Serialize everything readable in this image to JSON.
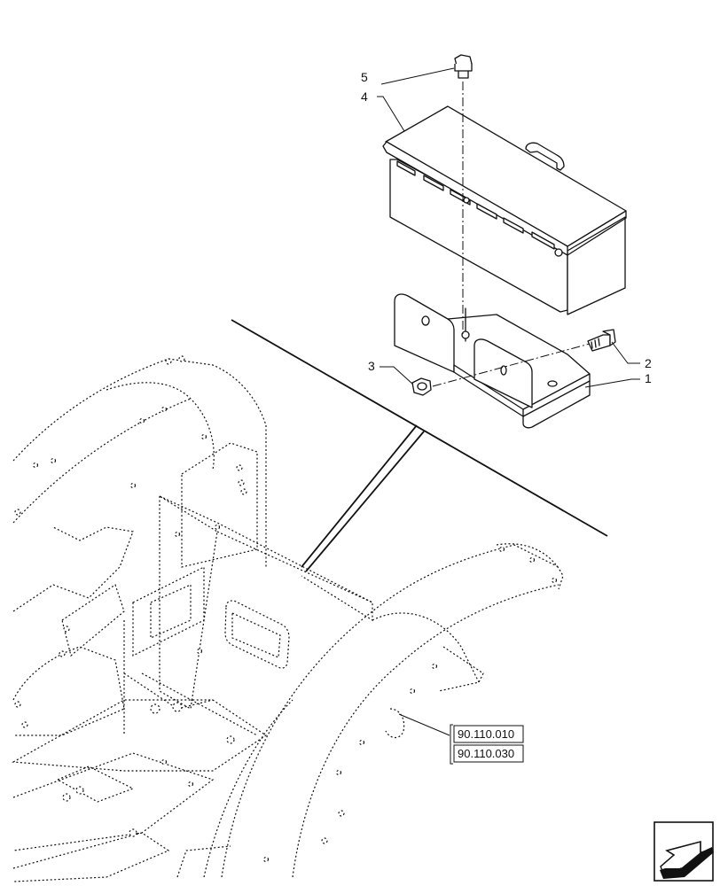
{
  "callouts": [
    {
      "id": "c1",
      "label": "1"
    },
    {
      "id": "c2",
      "label": "2"
    },
    {
      "id": "c3",
      "label": "3"
    },
    {
      "id": "c4",
      "label": "4"
    },
    {
      "id": "c5",
      "label": "5"
    }
  ],
  "references": [
    "90.110.010",
    "90.110.030"
  ],
  "nav_icon": "arrow-next-icon"
}
